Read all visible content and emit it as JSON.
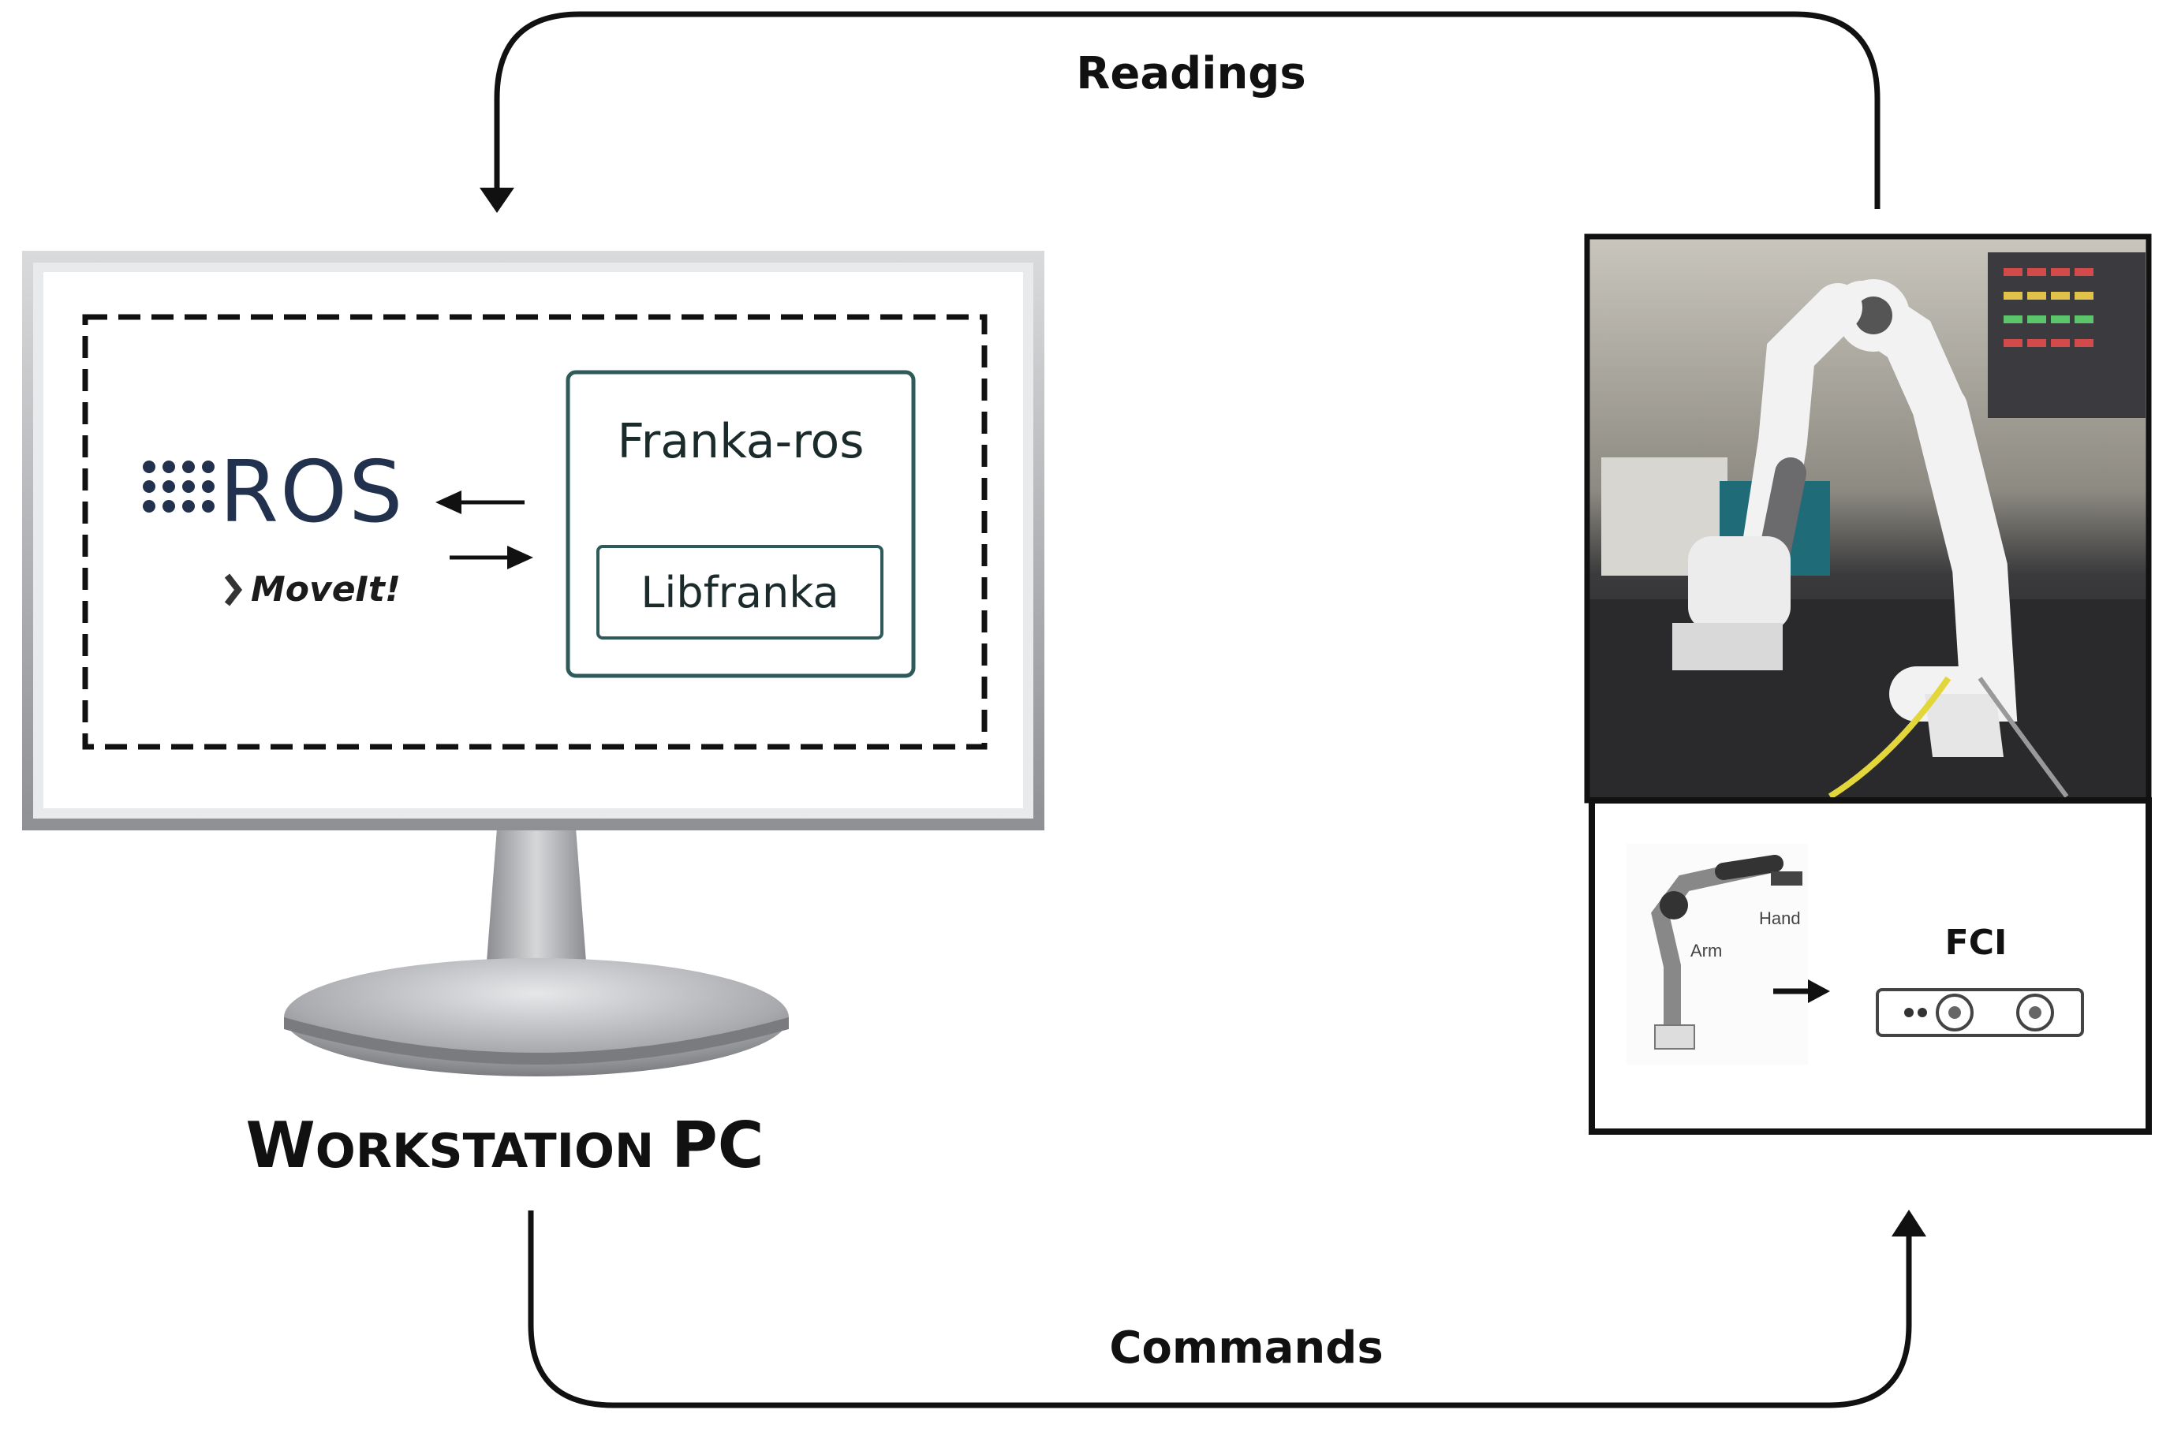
{
  "labels": {
    "readings": "Readings",
    "commands": "Commands",
    "workstation_big1": "W",
    "workstation_small1": "ORKSTATION",
    "workstation_big2": "PC",
    "fci": "FCI",
    "arm": "Arm",
    "hand": "Hand"
  },
  "software": {
    "ros_logo_text": "ROS",
    "moveit_text": "MoveIt!",
    "franka_ros": "Franka-ros",
    "libfranka": "Libfranka"
  },
  "colors": {
    "ros_blue": "#22314e",
    "franka_border": "#2e5a5a",
    "text_dark": "#1b2a2a",
    "monitor_frame": "#b8b9bc",
    "line": "#111111"
  },
  "icons": {
    "robot_photo": "robot-arm-photo",
    "robot_schematic": "robot-arm-schematic-icon",
    "fci_controller": "fci-controller-icon",
    "monitor": "monitor-icon"
  }
}
